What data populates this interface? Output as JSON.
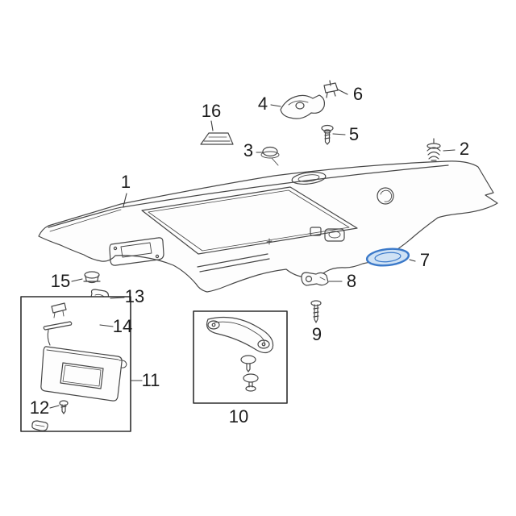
{
  "diagram": {
    "line_color": "#474747",
    "highlight": {
      "color": "#3b79c9",
      "fill": "#cfe2f5",
      "highlighted_callout": "7"
    },
    "callouts": [
      {
        "label": "1"
      },
      {
        "label": "2"
      },
      {
        "label": "3"
      },
      {
        "label": "4"
      },
      {
        "label": "5"
      },
      {
        "label": "6"
      },
      {
        "label": "7"
      },
      {
        "label": "8"
      },
      {
        "label": "9"
      },
      {
        "label": "10"
      },
      {
        "label": "11"
      },
      {
        "label": "12"
      },
      {
        "label": "13"
      },
      {
        "label": "14"
      },
      {
        "label": "15"
      },
      {
        "label": "16"
      }
    ]
  }
}
